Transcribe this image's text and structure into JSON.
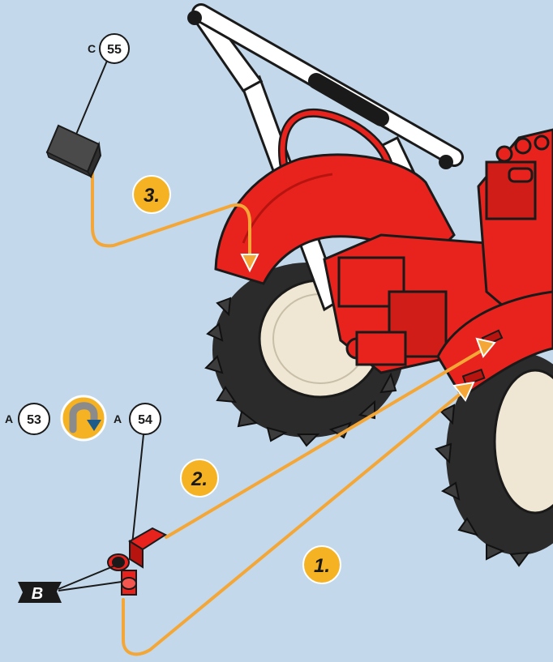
{
  "colors": {
    "background": "#c3d8ea",
    "tractor_red": "#e8231e",
    "tractor_dark": "#b8140f",
    "tire": "#2b2b2b",
    "rim": "#efe7d4",
    "guide_line": "#f4a736",
    "step_badge": "#f5b223",
    "part_black": "#4a4a4a",
    "frame_white": "#ffffff"
  },
  "steps": {
    "step1": "1.",
    "step2": "2.",
    "step3": "3."
  },
  "parts": {
    "c55": {
      "letter": "C",
      "number": "55"
    },
    "a53": {
      "letter": "A",
      "number": "53"
    },
    "a54": {
      "letter": "A",
      "number": "54"
    }
  },
  "icons": {
    "rotate": "rotate-icon",
    "flag": "flag-b-icon"
  },
  "flag_label": "B"
}
